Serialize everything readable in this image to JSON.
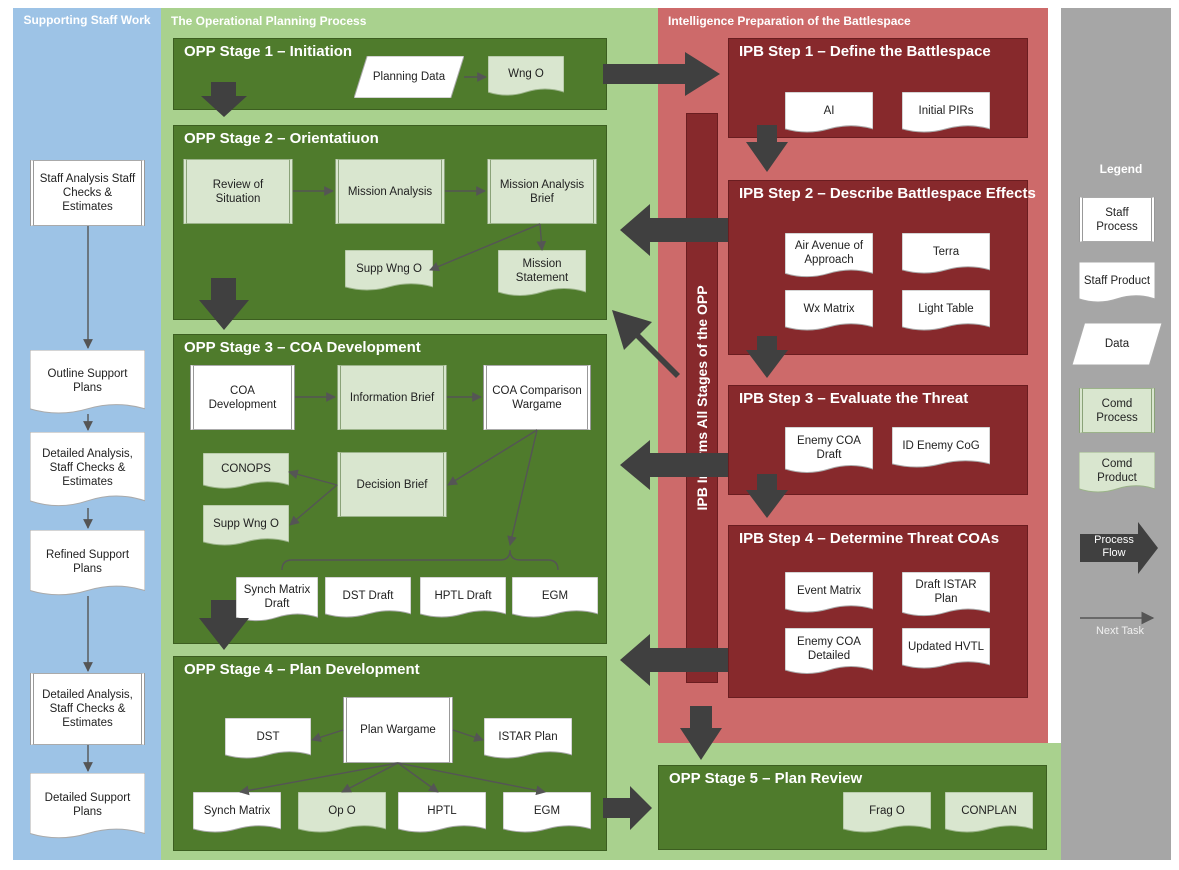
{
  "columns": {
    "supporting": "Supporting Staff Work",
    "opp": "The Operational Planning Process",
    "ipb": "Intelligence Preparation of the Battlespace"
  },
  "staff_column": [
    "Staff Analysis Staff Checks & Estimates",
    "Outline Support Plans",
    "Detailed Analysis, Staff Checks & Estimates",
    "Refined Support Plans",
    "Detailed Analysis, Staff Checks & Estimates",
    "Detailed Support Plans"
  ],
  "opp": {
    "stage1": {
      "title": "OPP Stage 1 – Initiation",
      "planning_data": "Planning Data",
      "wng_o": "Wng O"
    },
    "stage2": {
      "title": "OPP Stage 2 – Orientatiuon",
      "review": "Review of Situation",
      "mission_analysis": "Mission Analysis",
      "mission_analysis_brief": "Mission Analysis Brief",
      "supp_wng_o": "Supp Wng O",
      "mission_statement": "Mission Statement"
    },
    "stage3": {
      "title": "OPP Stage 3 – COA Development",
      "coa_dev": "COA Development",
      "info_brief": "Information Brief",
      "coa_comparison": "COA Comparison Wargame",
      "conops": "CONOPS",
      "decision_brief": "Decision Brief",
      "supp_wng_o": "Supp Wng O",
      "synch_matrix_draft": "Synch Matrix Draft",
      "dst_draft": "DST Draft",
      "hptl_draft": "HPTL Draft",
      "egm": "EGM"
    },
    "stage4": {
      "title": "OPP Stage 4 – Plan Development",
      "dst": "DST",
      "plan_wargame": "Plan Wargame",
      "istar_plan": "ISTAR Plan",
      "synch_matrix": "Synch Matrix",
      "op_o": "Op O",
      "hptl": "HPTL",
      "egm": "EGM"
    },
    "stage5": {
      "title": "OPP Stage 5 – Plan Review",
      "frag_o": "Frag O",
      "conplan": "CONPLAN"
    }
  },
  "ipb": {
    "step1": {
      "title": "IPB Step 1 – Define the Battlespace",
      "ai": "AI",
      "pirs": "Initial PIRs"
    },
    "step2": {
      "title": "IPB Step 2 – Describe Battlespace Effects",
      "air_avenue": "Air Avenue of Approach",
      "terra": "Terra",
      "wx_matrix": "Wx Matrix",
      "light_table": "Light Table"
    },
    "step3": {
      "title": "IPB Step 3 – Evaluate the Threat",
      "enemy_coa_draft": "Enemy COA Draft",
      "enemy_cog": "ID Enemy CoG"
    },
    "step4": {
      "title": "IPB Step 4 – Determine Threat COAs",
      "event_matrix": "Event Matrix",
      "draft_istar": "Draft ISTAR Plan",
      "enemy_coa_detailed": "Enemy COA Detailed",
      "updated_hvtl": "Updated HVTL"
    },
    "informs": "IPB Informs All Stages of the OPP"
  },
  "legend": {
    "title": "Legend",
    "staff_process": "Staff Process",
    "staff_product": "Staff Product",
    "data": "Data",
    "comd_process": "Comd Process",
    "comd_product": "Comd Product",
    "process_flow": "Process Flow",
    "next_task": "Next Task"
  },
  "colors": {
    "staff_column": "#9dc3e6",
    "opp_column": "#a9d18e",
    "ipb_column": "#cd6a6a",
    "legend_column": "#a6a6a6",
    "stage_box": "#4f7b2c",
    "ipb_box": "#87292c",
    "comd_fill": "#d9e6cf",
    "arrow": "#404040"
  }
}
